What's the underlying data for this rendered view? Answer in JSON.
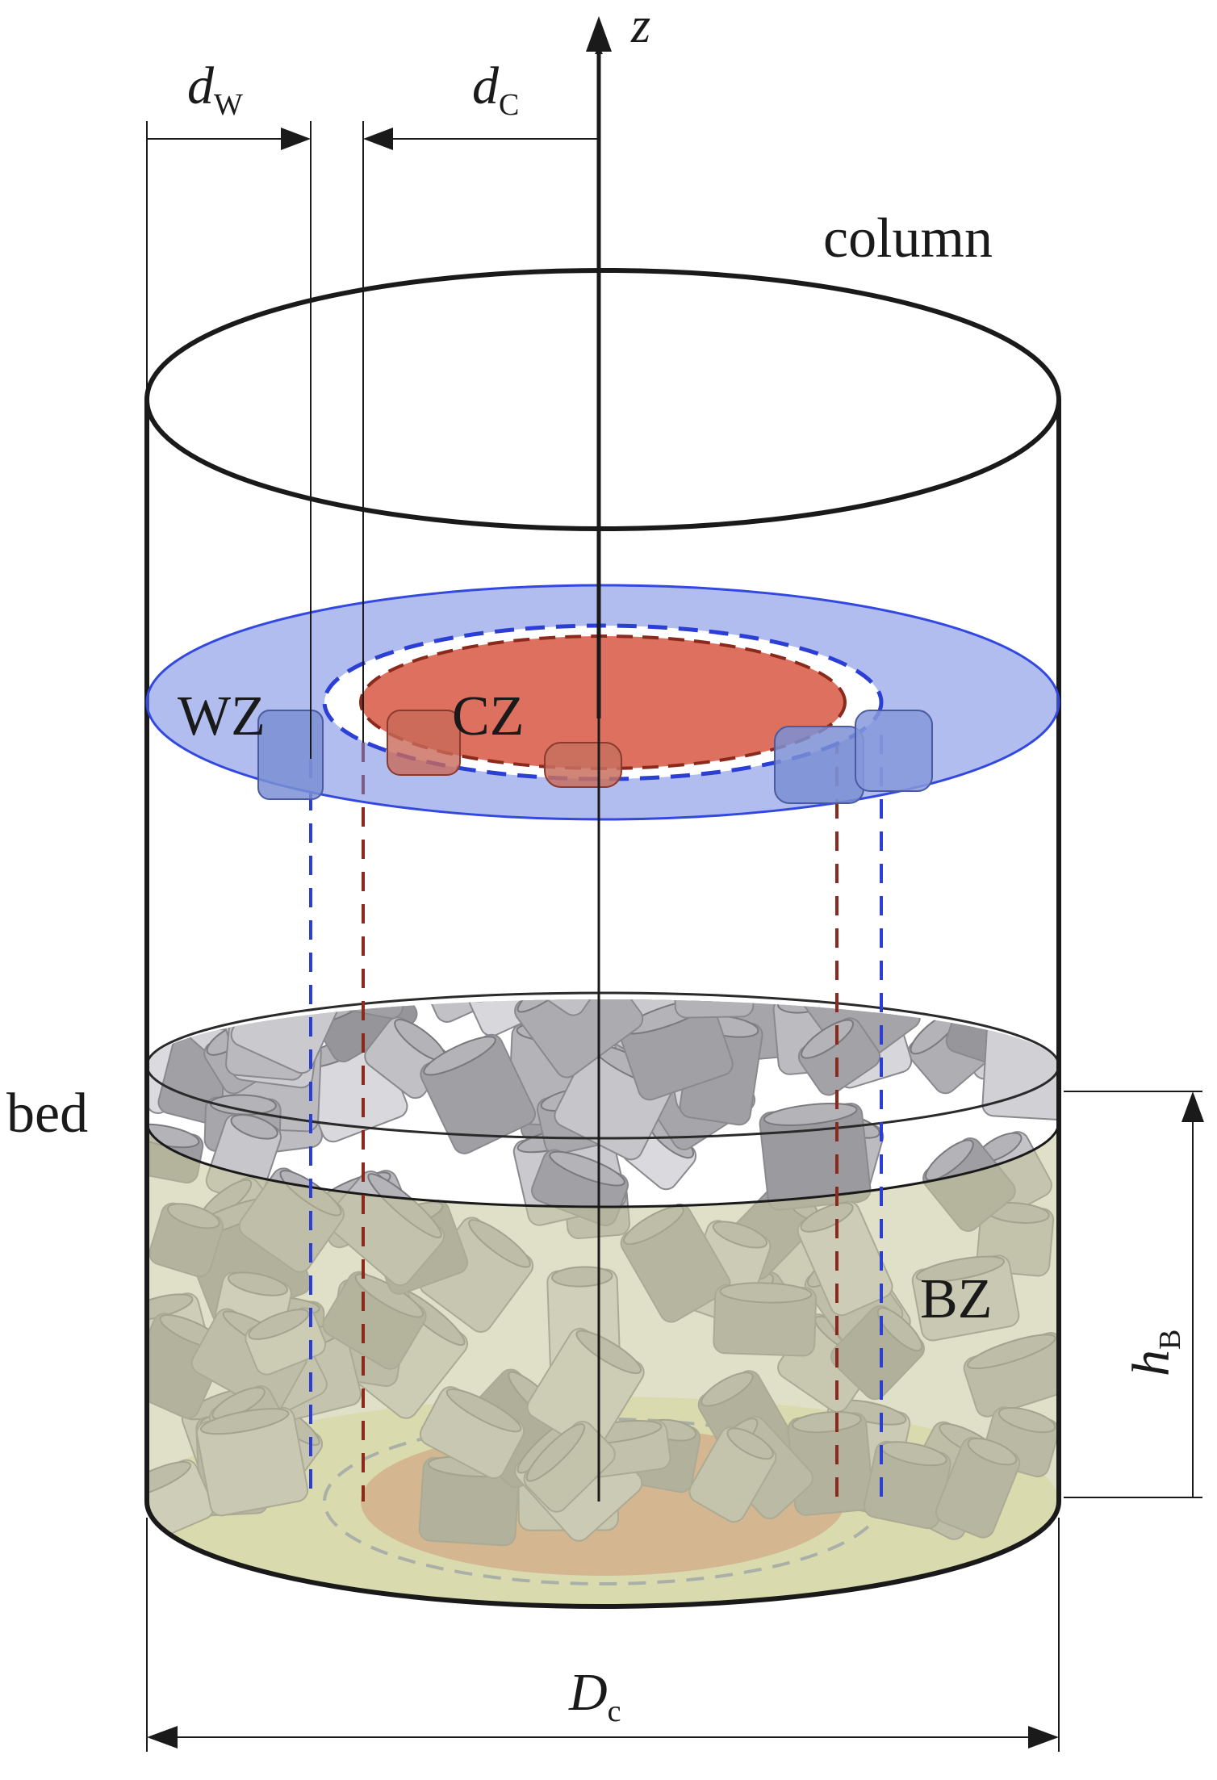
{
  "axis": {
    "label": "z"
  },
  "dimensions": {
    "d_w": {
      "symbol": "d",
      "subscript": "W"
    },
    "d_c": {
      "symbol": "d",
      "subscript": "C"
    },
    "h_b": {
      "symbol": "h",
      "subscript": "B"
    },
    "D_c": {
      "symbol": "D",
      "subscript": "c"
    }
  },
  "labels": {
    "column": "column",
    "bed": "bed",
    "wall_zone": "WZ",
    "core_zone": "CZ",
    "bulk_zone": "BZ"
  },
  "colors": {
    "wall_zone": "#6f86e0",
    "core_zone": "#d9604c",
    "bulk_zone": "#c6c79a",
    "packing": "#b4b4b8",
    "outline": "#1a1a1a",
    "wall_boundary": "#2b3fd6",
    "core_boundary": "#8b2a1c"
  }
}
